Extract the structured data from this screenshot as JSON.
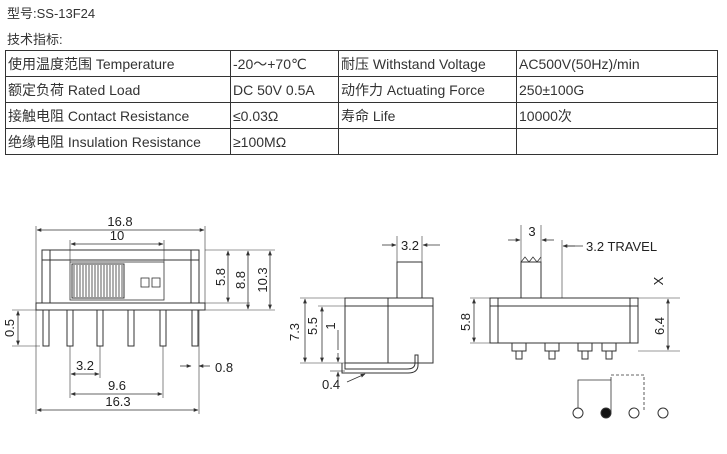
{
  "header": {
    "model": "型号:SS-13F24",
    "tech_spec_title": "技术指标:"
  },
  "spec_table": {
    "rows": [
      [
        "使用温度范围 Temperature",
        "-20～+70℃",
        "耐压 Withstand Voltage",
        "AC500V(50Hz)/min"
      ],
      [
        "额定负荷 Rated Load",
        "DC 50V 0.5A",
        "动作力 Actuating Force",
        "250±100G"
      ],
      [
        "接触电阻 Contact Resistance",
        "≤0.03Ω",
        "寿命 Life",
        "10000次"
      ],
      [
        "绝缘电阻 Insulation Resistance",
        "≥100MΩ",
        "",
        ""
      ]
    ]
  },
  "front_view": {
    "dims": {
      "width_top": "16.8",
      "slot_width": "10",
      "pin_length": "0.5",
      "pin_pitch": "3.2",
      "pin_span": "9.6",
      "body_width": "16.3",
      "pin_thickness": "0.8",
      "h_58": "5.8",
      "h_88": "8.8",
      "h_103": "10.3"
    }
  },
  "side_view": {
    "dims": {
      "actuator_width": "3.2",
      "h_73": "7.3",
      "h_55": "5.5",
      "h_1": "1",
      "lead_thickness": "0.4"
    }
  },
  "end_view": {
    "dims": {
      "actuator": "3",
      "travel": "3.2 TRAVEL",
      "travel_mark": "X",
      "h_58": "5.8",
      "h_64": "6.4"
    }
  }
}
